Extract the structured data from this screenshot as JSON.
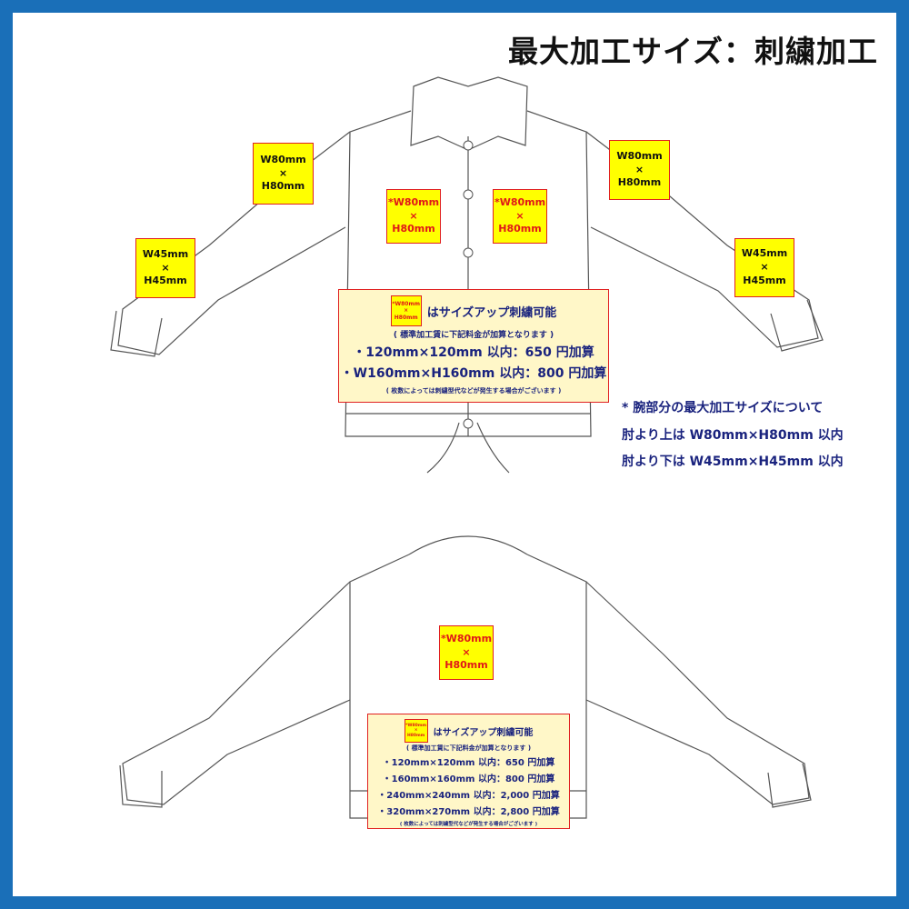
{
  "title": "最大加工サイズ：刺繍加工",
  "front": {
    "left_upper_arm": {
      "w": "W80mm",
      "x": "×",
      "h": "H80mm"
    },
    "left_lower_arm": {
      "w": "W45mm",
      "x": "×",
      "h": "H45mm"
    },
    "right_upper_arm": {
      "w": "W80mm",
      "x": "×",
      "h": "H80mm"
    },
    "right_lower_arm": {
      "w": "W45mm",
      "x": "×",
      "h": "H45mm"
    },
    "chest_left": {
      "w": "*W80mm",
      "x": "×",
      "h": "H80mm"
    },
    "chest_right": {
      "w": "*W80mm",
      "x": "×",
      "h": "H80mm"
    },
    "info": {
      "mini": {
        "w": "*W80mm",
        "x": "×",
        "h": "H80mm"
      },
      "headline": "はサイズアップ刺繍可能",
      "sub": "( 標準加工賃に下記料金が加算となります )",
      "lines": [
        "・120mm×120mm 以内：650 円加算",
        "・W160mm×H160mm 以内：800 円加算"
      ],
      "footnote": "( 枚数によっては刺繍型代などが発生する場合がございます )"
    }
  },
  "notes": [
    "* 腕部分の最大加工サイズについて",
    "肘より上は W80mm×H80mm 以内",
    "肘より下は W45mm×H45mm 以内"
  ],
  "back": {
    "center": {
      "w": "*W80mm",
      "x": "×",
      "h": "H80mm"
    },
    "info": {
      "mini": {
        "w": "*W80mm",
        "x": "×",
        "h": "H80mm"
      },
      "headline": "はサイズアップ刺繍可能",
      "sub": "( 標準加工賃に下記料金が加算となります )",
      "lines": [
        "・120mm×120mm 以内：650 円加算",
        "・160mm×160mm 以内：800 円加算",
        "・240mm×240mm 以内：2,000 円加算",
        "・320mm×270mm 以内：2,800 円加算"
      ],
      "footnote": "( 枚数によっては刺繍型代などが発生する場合がございます )"
    }
  },
  "colors": {
    "frame": "#1a6fb8",
    "box_fill": "#ffff00",
    "box_border": "#e02020",
    "info_fill": "#fff7c8",
    "info_text": "#1a237e",
    "red_text": "#e01818"
  }
}
